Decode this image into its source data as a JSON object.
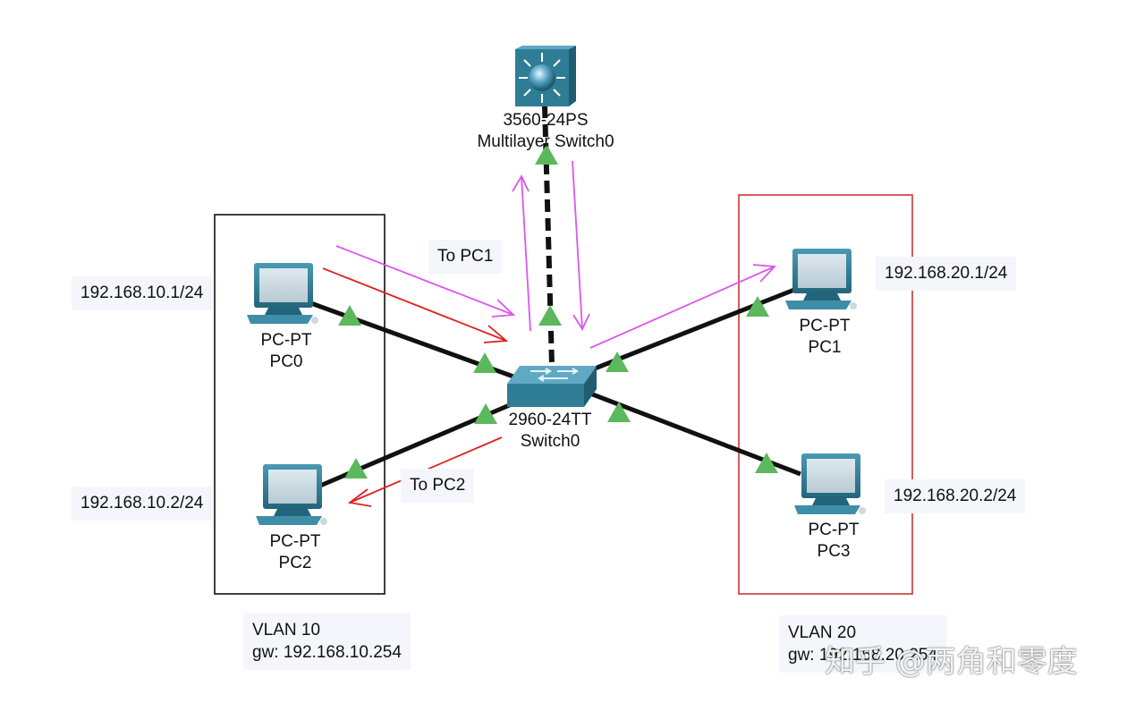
{
  "devices": {
    "multilayer_switch": {
      "model": "3560-24PS",
      "name": "Multilayer Switch0"
    },
    "switch0": {
      "model": "2960-24TT",
      "name": "Switch0"
    },
    "pc0": {
      "model": "PC-PT",
      "name": "PC0",
      "ip": "192.168.10.1/24"
    },
    "pc2": {
      "model": "PC-PT",
      "name": "PC2",
      "ip": "192.168.10.2/24"
    },
    "pc1": {
      "model": "PC-PT",
      "name": "PC1",
      "ip": "192.168.20.1/24"
    },
    "pc3": {
      "model": "PC-PT",
      "name": "PC3",
      "ip": "192.168.20.2/24"
    }
  },
  "annotations": {
    "to_pc1": "To PC1",
    "to_pc2": "To PC2"
  },
  "vlans": {
    "vlan10": {
      "name": "VLAN 10",
      "gateway": "gw: 192.168.10.254",
      "border_color": "#111111"
    },
    "vlan20": {
      "name": "VLAN 20",
      "gateway": "gw: 192.168.20.254",
      "border_color": "#cc3333"
    }
  },
  "colors": {
    "link": "#111111",
    "port_up": "#5cb85c",
    "arrow_to_pc1": "#dd55ee",
    "arrow_to_pc2": "#dd2222",
    "device_body": "#2e7d94"
  },
  "watermark": "知乎 @两角和零度"
}
